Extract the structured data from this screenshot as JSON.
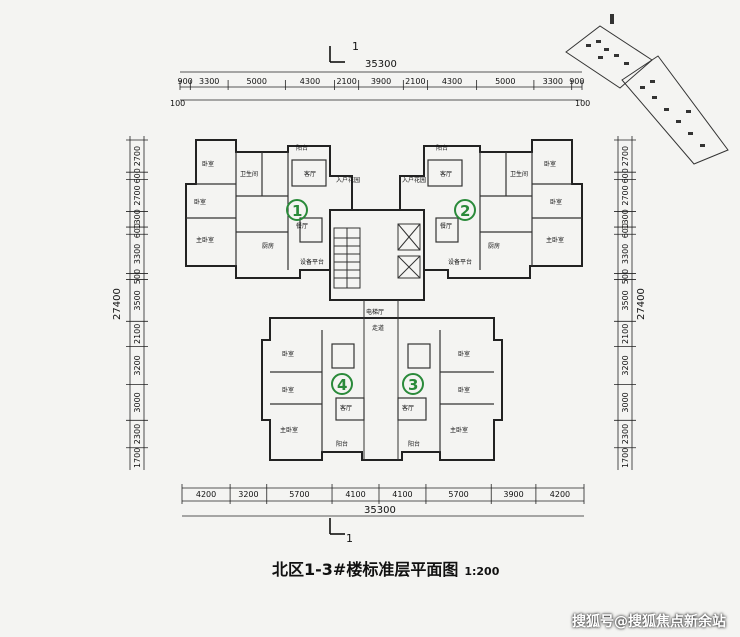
{
  "title": "北区1-3#楼标准层平面图",
  "scale": "1:200",
  "watermark": "搜狐号@搜狐焦点新余站",
  "section_mark": "1",
  "overall_width": "35300",
  "overall_depth": "27400",
  "top_dims": [
    "900",
    "3300",
    "5000",
    "4300",
    "2100",
    "3900",
    "2100",
    "4300",
    "5000",
    "3300",
    "900"
  ],
  "bottom_dims": [
    "4200",
    "3200",
    "5700",
    "4100",
    "4100",
    "5700",
    "3900",
    "4200"
  ],
  "left_dims": [
    "2700",
    "600",
    "2700",
    "1300",
    "600",
    "3300",
    "500",
    "3500",
    "2100",
    "3200",
    "3000",
    "2300",
    "1700"
  ],
  "right_dims": [
    "2700",
    "600",
    "2700",
    "1300",
    "600",
    "3300",
    "500",
    "3500",
    "2100",
    "3200",
    "3000",
    "2300",
    "1700"
  ],
  "unit_markers": [
    "1",
    "2",
    "3",
    "4"
  ],
  "room_labels": {
    "living": "客厅",
    "dining": "餐厅",
    "kitchen": "厨房",
    "bedroom": "卧室",
    "master": "主卧室",
    "bath": "卫生间",
    "balcony": "阳台",
    "entry": "入户花园",
    "equip": "设备平台",
    "hall": "电梯厅",
    "corridor": "走道"
  },
  "extents": [
    "100",
    "100"
  ]
}
